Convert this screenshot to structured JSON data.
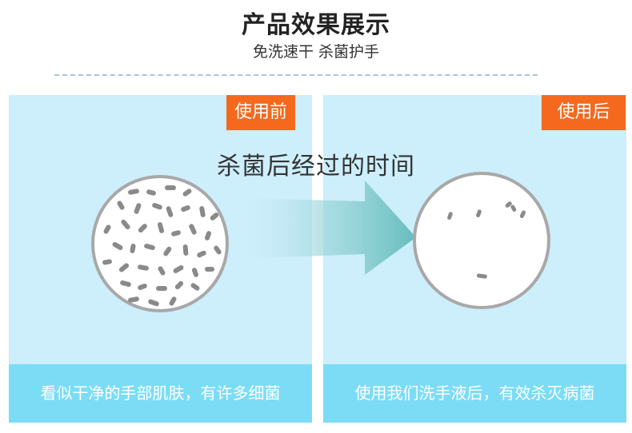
{
  "header": {
    "title": "产品效果展示",
    "subtitle": "免洗速干 杀菌护手"
  },
  "overlay_text": "杀菌后经过的时间",
  "before": {
    "tag": "使用前",
    "caption": "看似干净的手部肌肤，有许多细菌"
  },
  "after": {
    "tag": "使用后",
    "caption": "使用我们洗手液后，有效杀灭病菌"
  },
  "colors": {
    "accent": "#f4691e",
    "panel": "#cdeefb",
    "footer": "#7cdcf6",
    "arrow": "#6cbfc0"
  }
}
